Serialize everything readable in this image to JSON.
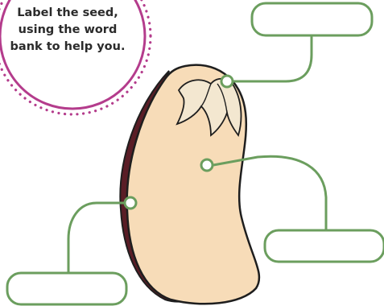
{
  "instruction": {
    "lines": [
      "Label the seed,",
      "using the word",
      "bank to help you."
    ]
  },
  "label_boxes": [
    {
      "id": "label-box-top-right",
      "text": ""
    },
    {
      "id": "label-box-middle-right",
      "text": ""
    },
    {
      "id": "label-box-bottom-left",
      "text": ""
    }
  ],
  "colors": {
    "circle_border": "#b43c8c",
    "connector": "#6b9e5e",
    "seed_body": "#f7dcb8",
    "seed_coat": "#5a1d26",
    "seed_outline": "#1e1e1e",
    "plumule": "#f3e7d0"
  }
}
